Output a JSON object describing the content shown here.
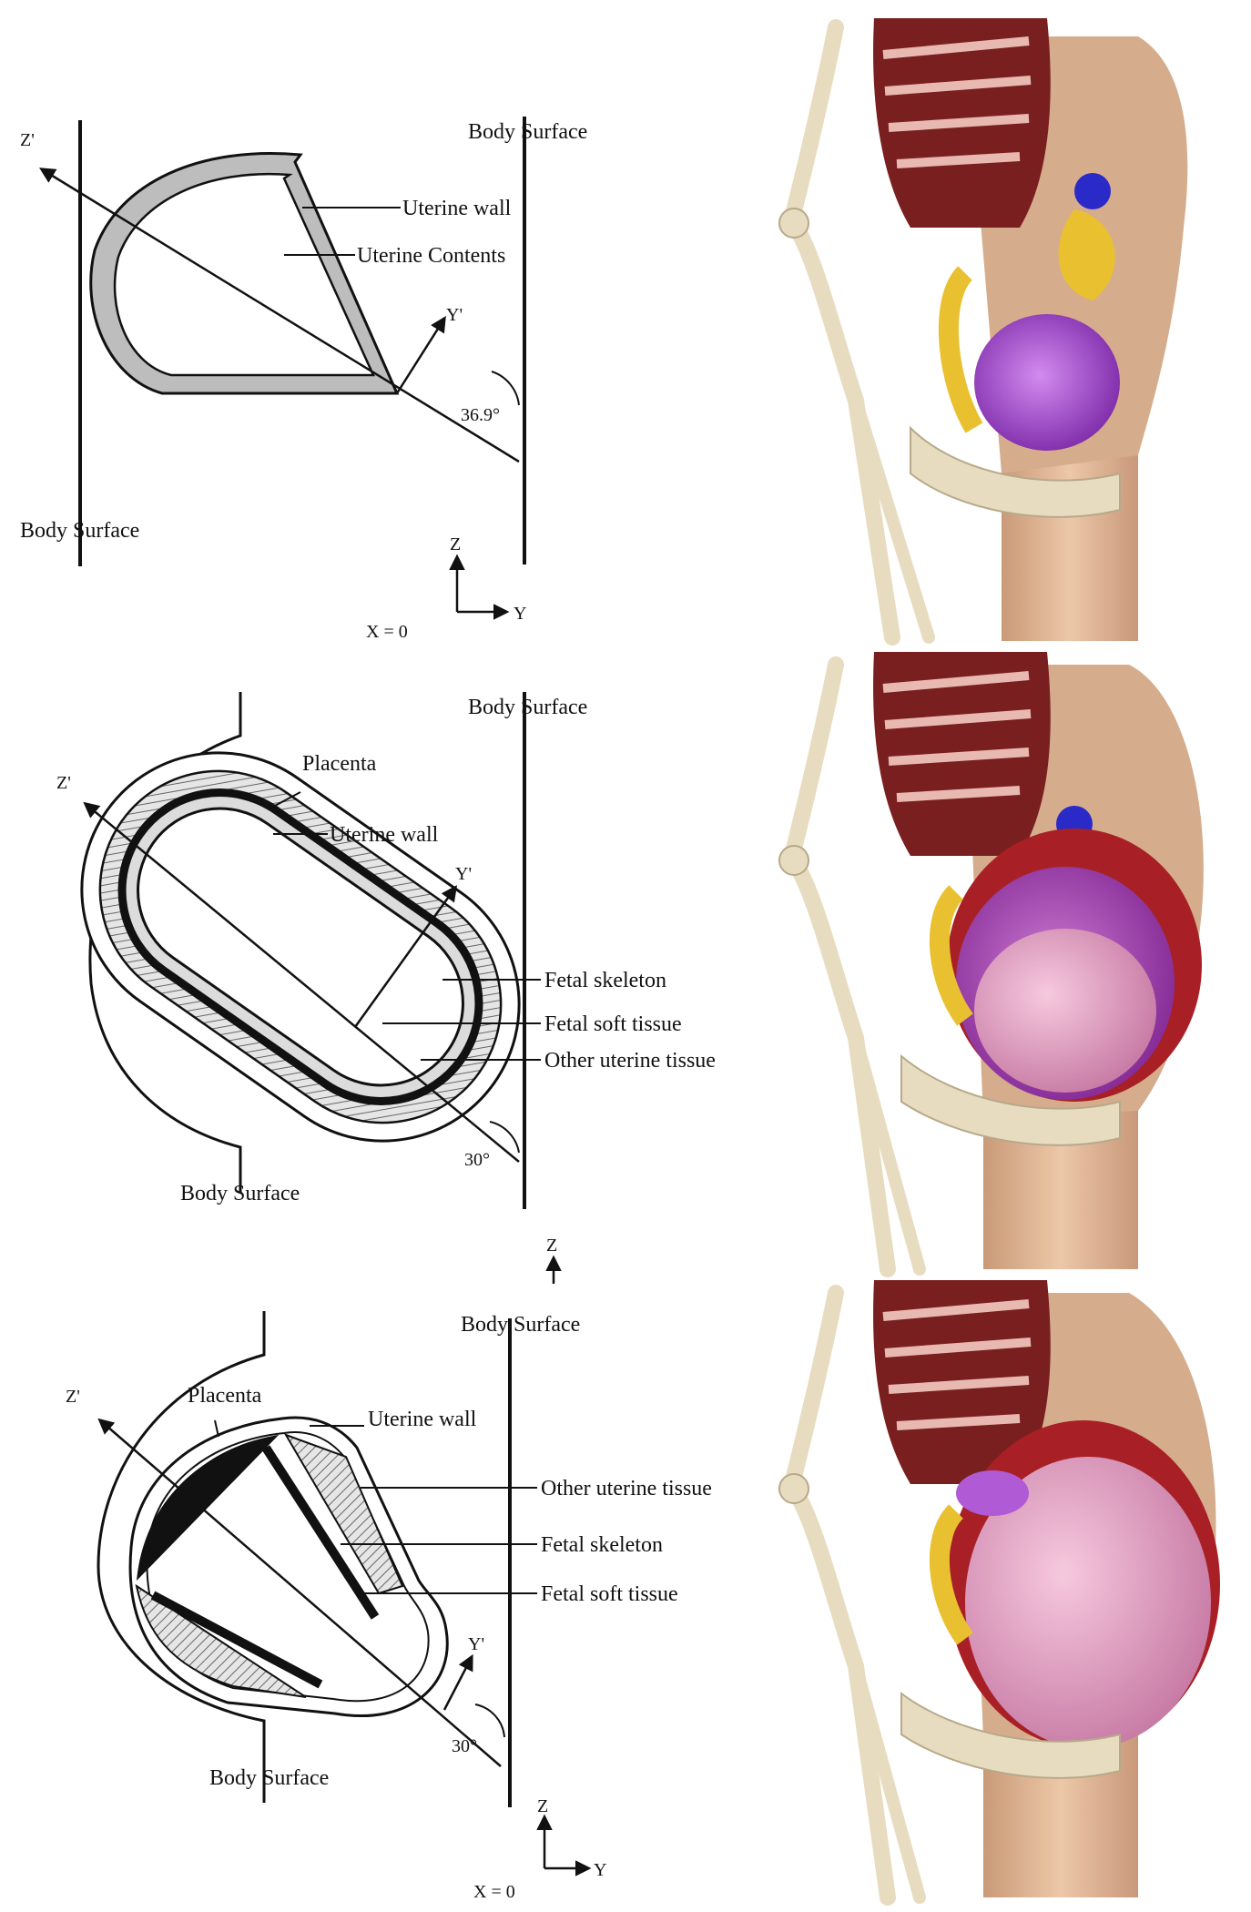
{
  "diagrams": [
    {
      "body_surface_right": "Body Surface",
      "body_surface_left": "Body Surface",
      "labels": [
        "Uterine wall",
        "Uterine Contents"
      ],
      "axis_z_prime": "Z'",
      "axis_y_prime": "Y'",
      "angle": "36.9°",
      "axis_z": "Z",
      "axis_y": "Y",
      "section": "X = 0"
    },
    {
      "body_surface_right": "Body Surface",
      "body_surface_left": "Body Surface",
      "labels": [
        "Placenta",
        "Uterine wall",
        "Fetal skeleton",
        "Fetal soft tissue",
        "Other uterine tissue"
      ],
      "axis_z_prime": "Z'",
      "axis_y_prime": "Y'",
      "angle": "30°",
      "axis_z": "Z"
    },
    {
      "body_surface_right": "Body Surface",
      "body_surface_left": "Body Surface",
      "labels": [
        "Placenta",
        "Uterine wall",
        "Other uterine tissue",
        "Fetal skeleton",
        "Fetal soft tissue"
      ],
      "axis_z_prime": "Z'",
      "axis_y_prime": "Y'",
      "angle": "30°",
      "axis_z": "Z",
      "axis_y": "Y",
      "section": "X = 0"
    }
  ],
  "colors": {
    "line": "#111111",
    "wall_fill": "#bdbdbd",
    "ribs": "#7a1f1f",
    "skin": "#e0b898",
    "bone": "#e8dcc0",
    "uterus_purple": "#b05ad6",
    "fetus_pink": "#e7a3c4",
    "intestine_yellow": "#e9c130",
    "organ_blue": "#2a2ac8"
  },
  "phantoms": [
    "pregnant-phantom-3-months",
    "pregnant-phantom-6-months",
    "pregnant-phantom-9-months"
  ]
}
